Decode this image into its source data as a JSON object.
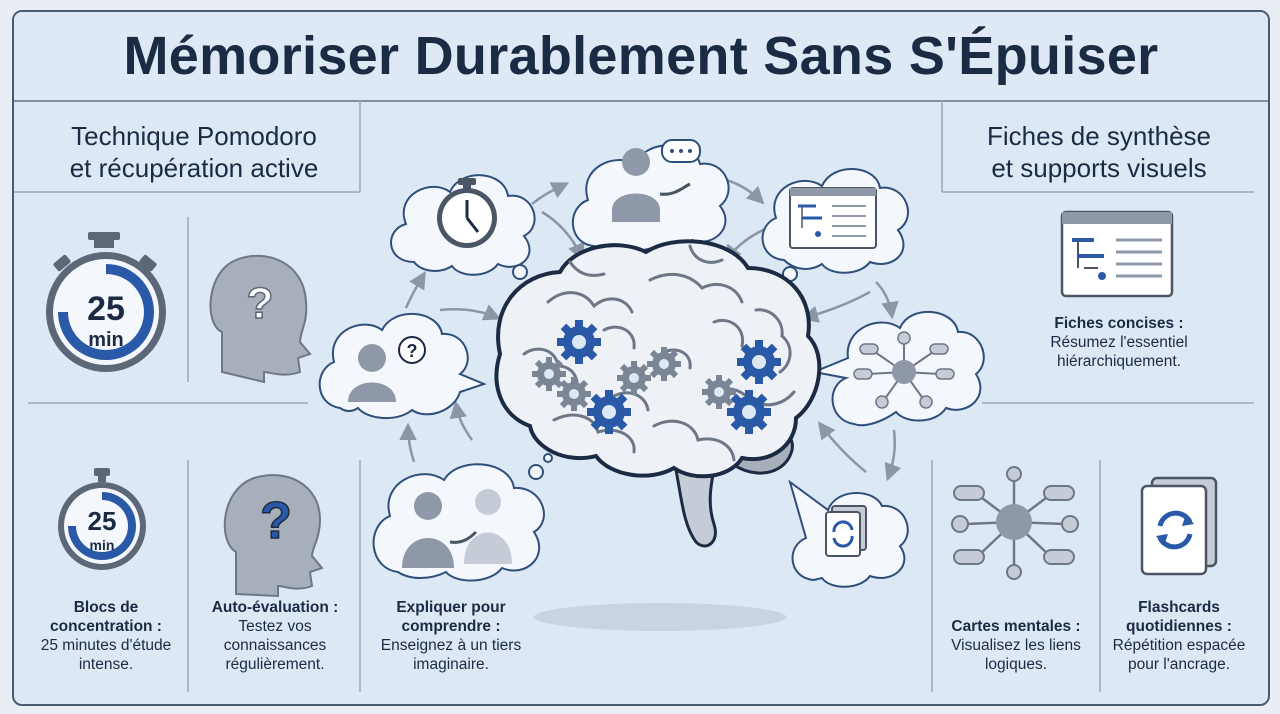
{
  "title": "Mémoriser Durablement Sans S'Épuiser",
  "left_section": {
    "heading_line1": "Technique Pomodoro",
    "heading_line2": "et récupération active",
    "timer_label_top": "25",
    "timer_label_bottom": "min",
    "timer2_label_top": "25",
    "timer2_label_bottom": "min",
    "items": [
      {
        "title_line1": "Blocs de",
        "title_line2": "concentration :",
        "desc_line1": "25 minutes d'étude",
        "desc_line2": "intense."
      },
      {
        "title_line1": "Auto-évaluation :",
        "title_line2": "",
        "desc_line1": "Testez vos",
        "desc_line2": "connaissances",
        "desc_line3": "régulièrement."
      }
    ]
  },
  "right_section": {
    "heading_line1": "Fiches de synthèse",
    "heading_line2": "et supports visuels",
    "items": [
      {
        "title": "Fiches concises :",
        "desc_line1": "Résumez l'essentiel",
        "desc_line2": "hiérarchiquement."
      },
      {
        "title": "Cartes mentales :",
        "desc_line1": "Visualisez les liens",
        "desc_line2": "logiques."
      },
      {
        "title_line1": "Flashcards",
        "title_line2": "quotidiennes :",
        "desc_line1": "Répétition espacée",
        "desc_line2": "pour l'ancrage."
      }
    ]
  },
  "center": {
    "explain": {
      "title_line1": "Expliquer pour",
      "title_line2": "comprendre :",
      "desc_line1": "Enseignez à un tiers",
      "desc_line2": "imaginaire."
    }
  },
  "colors": {
    "navy": "#1b2b44",
    "accent": "#2a59a8",
    "panel": "#dde8f5",
    "bubble": "#f4f8fd"
  }
}
